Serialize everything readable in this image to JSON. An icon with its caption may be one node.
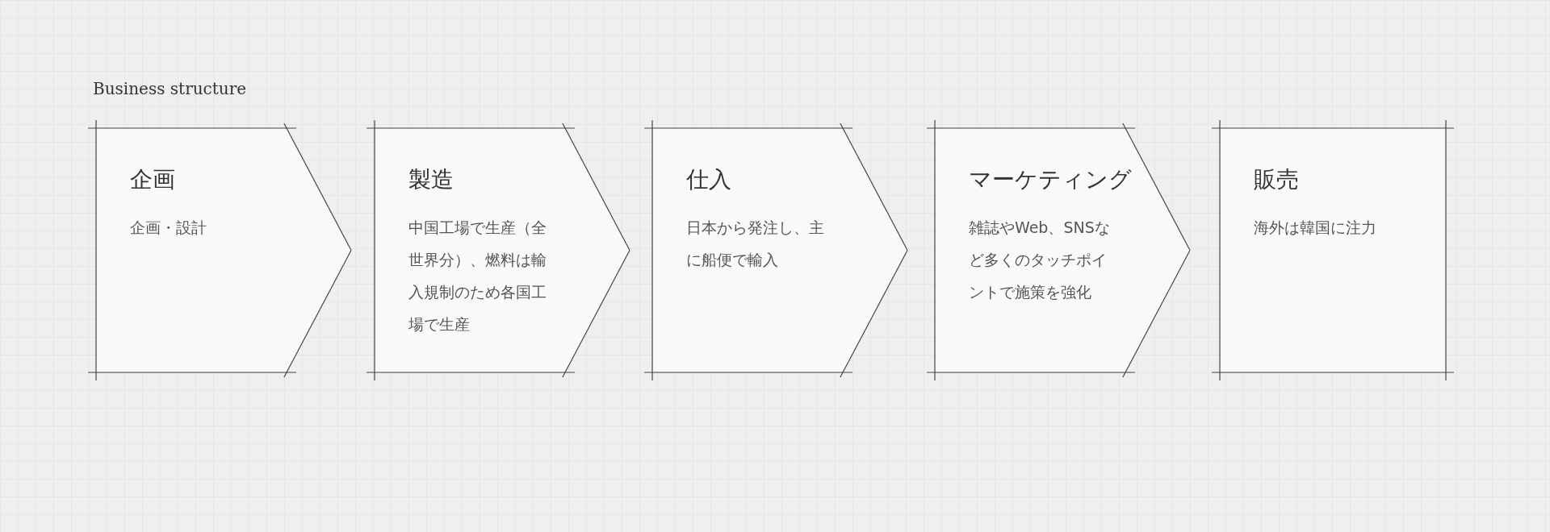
{
  "diagram": {
    "title": "Business structure",
    "nodes": [
      {
        "text": [
          "企画",
          "企画・設計"
        ]
      },
      {
        "text": [
          "製造",
          "中国工場で生産（全世界分）、燃料は輸入規制のため各国工場で生産"
        ]
      },
      {
        "text": [
          "仕入",
          "日本から発注し、主に船便で輸入"
        ]
      },
      {
        "text": [
          "マーケティング",
          "雑誌やWeb、SNSなど多くのタッチポイントで施策を強化"
        ]
      },
      {
        "text": [
          "販売",
          "海外は韓国に注力"
        ]
      }
    ]
  }
}
